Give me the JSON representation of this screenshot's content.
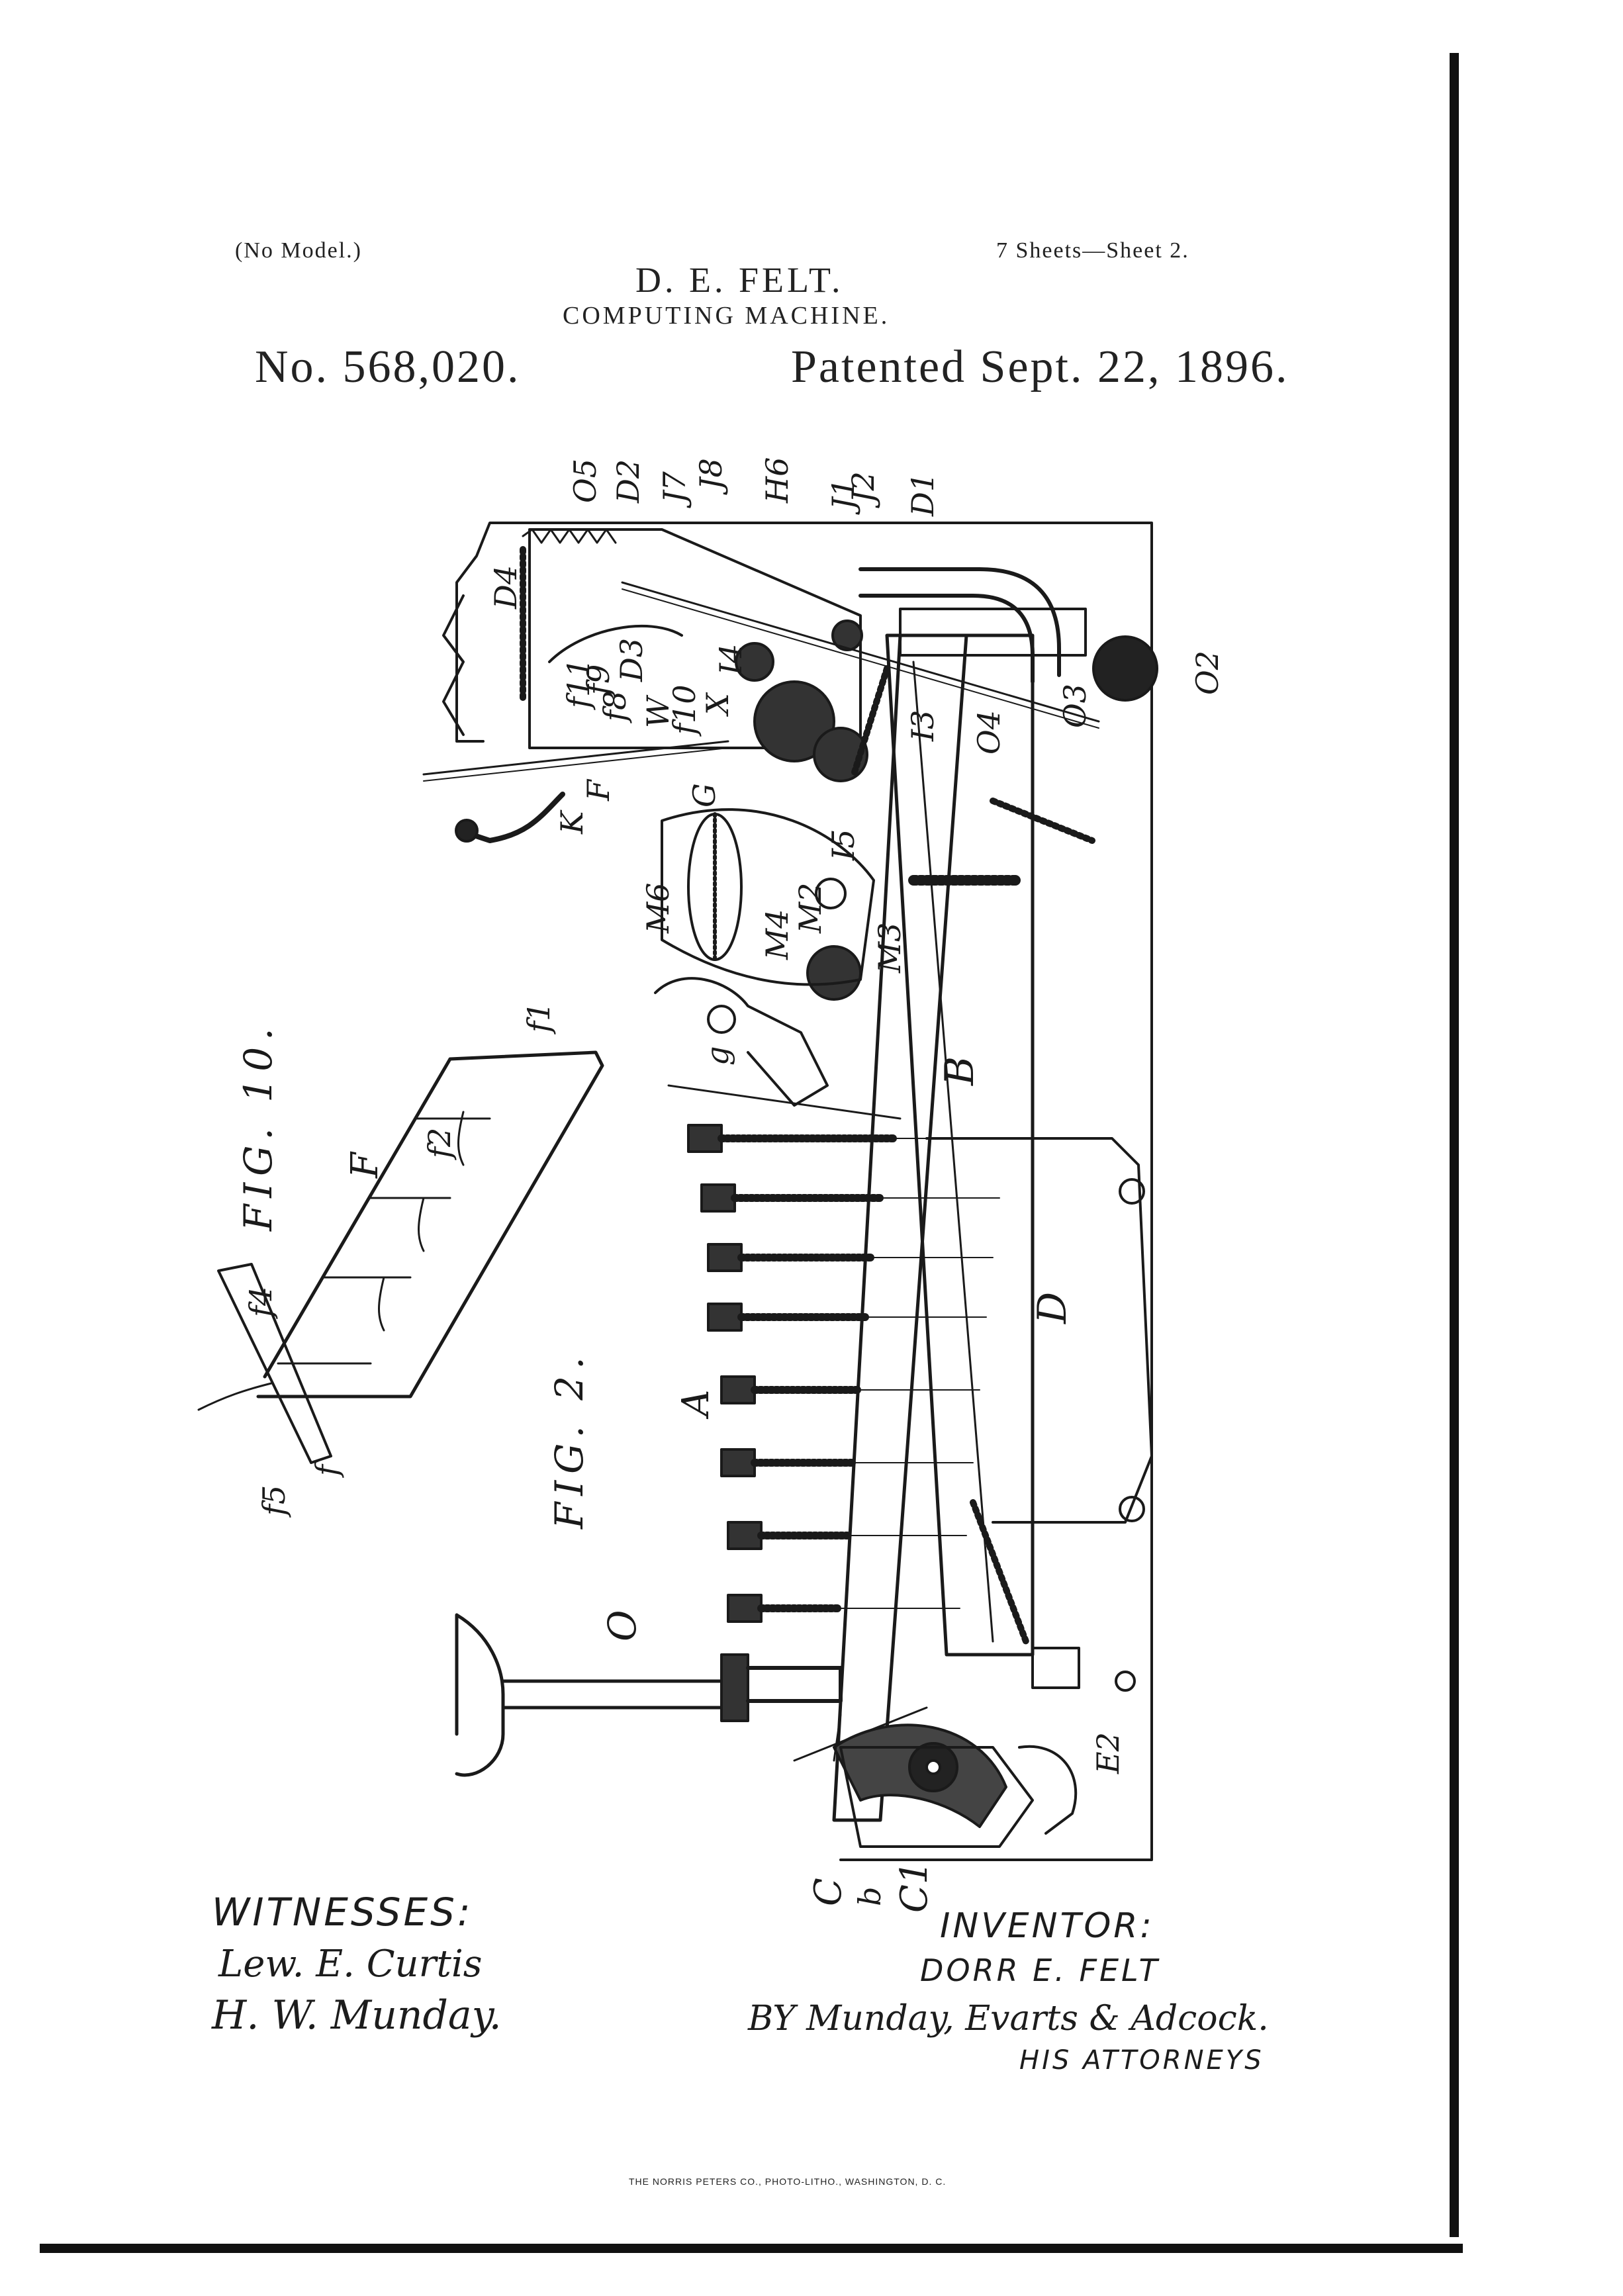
{
  "header": {
    "model_note": "(No Model.)",
    "sheets": "7 Sheets—Sheet 2.",
    "inventor_name": "D. E. FELT.",
    "title": "COMPUTING MACHINE.",
    "patent_number": "No. 568,020.",
    "patent_date": "Patented Sept. 22, 1896."
  },
  "figures": {
    "fig10": "FIG. 10.",
    "fig2": "FIG. 2."
  },
  "reference_labels": {
    "O5": "O5",
    "D2": "D2",
    "J7": "J7",
    "J8": "J8",
    "H6": "H6",
    "J1": "J1",
    "J2": "J2",
    "D1": "D1",
    "D4": "D4",
    "D3": "D3",
    "f11": "f11",
    "f9": "f9",
    "f8": "f8",
    "W": "W",
    "f10": "f10",
    "X": "X",
    "I4": "I4",
    "I3": "I3",
    "O4": "O4",
    "O3": "O3",
    "O2": "O2",
    "K": "K",
    "F": "F",
    "G": "G",
    "I5": "I5",
    "M6": "M6",
    "M4": "M4",
    "M2": "M2",
    "M3": "M3",
    "g": "g",
    "B": "B",
    "A": "A",
    "D": "D",
    "O": "O",
    "E2": "E2",
    "C": "C",
    "b": "b",
    "C1": "C1",
    "f1": "f1",
    "f2": "f2",
    "f4": "f4",
    "f5": "f5",
    "f": "f",
    "F10": "F"
  },
  "signatures": {
    "witnesses_label": "WITNESSES:",
    "witness1": "Lew. E. Curtis",
    "witness2": "H. W. Munday.",
    "inventor_label": "INVENTOR:",
    "inventor": "DORR E. FELT",
    "attorneys_by": "BY Munday, Evarts & Adcock.",
    "attorneys_label": "HIS ATTORNEYS"
  },
  "imprint": "THE NORRIS PETERS CO., PHOTO-LITHO., WASHINGTON, D. C."
}
